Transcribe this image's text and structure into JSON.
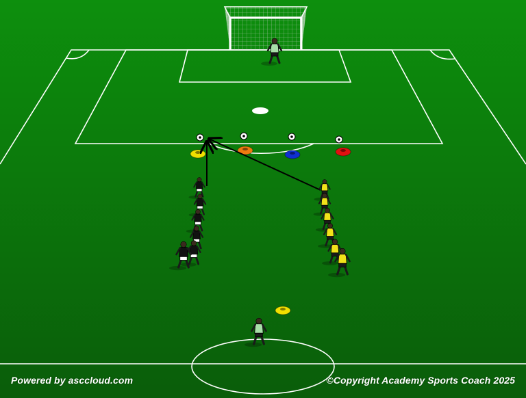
{
  "footer": {
    "powered_by": "Powered by asccloud.com",
    "copyright": "©Copyright Academy Sports Coach 2025"
  },
  "colors": {
    "grass_top": "#0c8a0c",
    "grass_bottom": "#0a5f0a",
    "lines": "#ffffff",
    "cone_yellow": "#f0e000",
    "cone_orange": "#f07a10",
    "cone_blue": "#1030d0",
    "cone_red": "#e01010",
    "team_black": "#111111",
    "team_yellow": "#f2e21a",
    "goalkeeper": "#a8e0a8",
    "arrow": "#000000"
  },
  "cones": [
    {
      "color": "yellow"
    },
    {
      "color": "orange"
    },
    {
      "color": "blue"
    },
    {
      "color": "red"
    },
    {
      "color": "yellow"
    }
  ],
  "balls_count": 4,
  "players": {
    "black_team_count": 6,
    "yellow_team_count": 6,
    "goalkeeper_count": 1,
    "server_count": 1
  },
  "icons": {
    "ball": "soccer-ball-icon",
    "cone": "disc-cone-icon",
    "player": "player-figure-icon",
    "goal": "goal-net-icon"
  }
}
